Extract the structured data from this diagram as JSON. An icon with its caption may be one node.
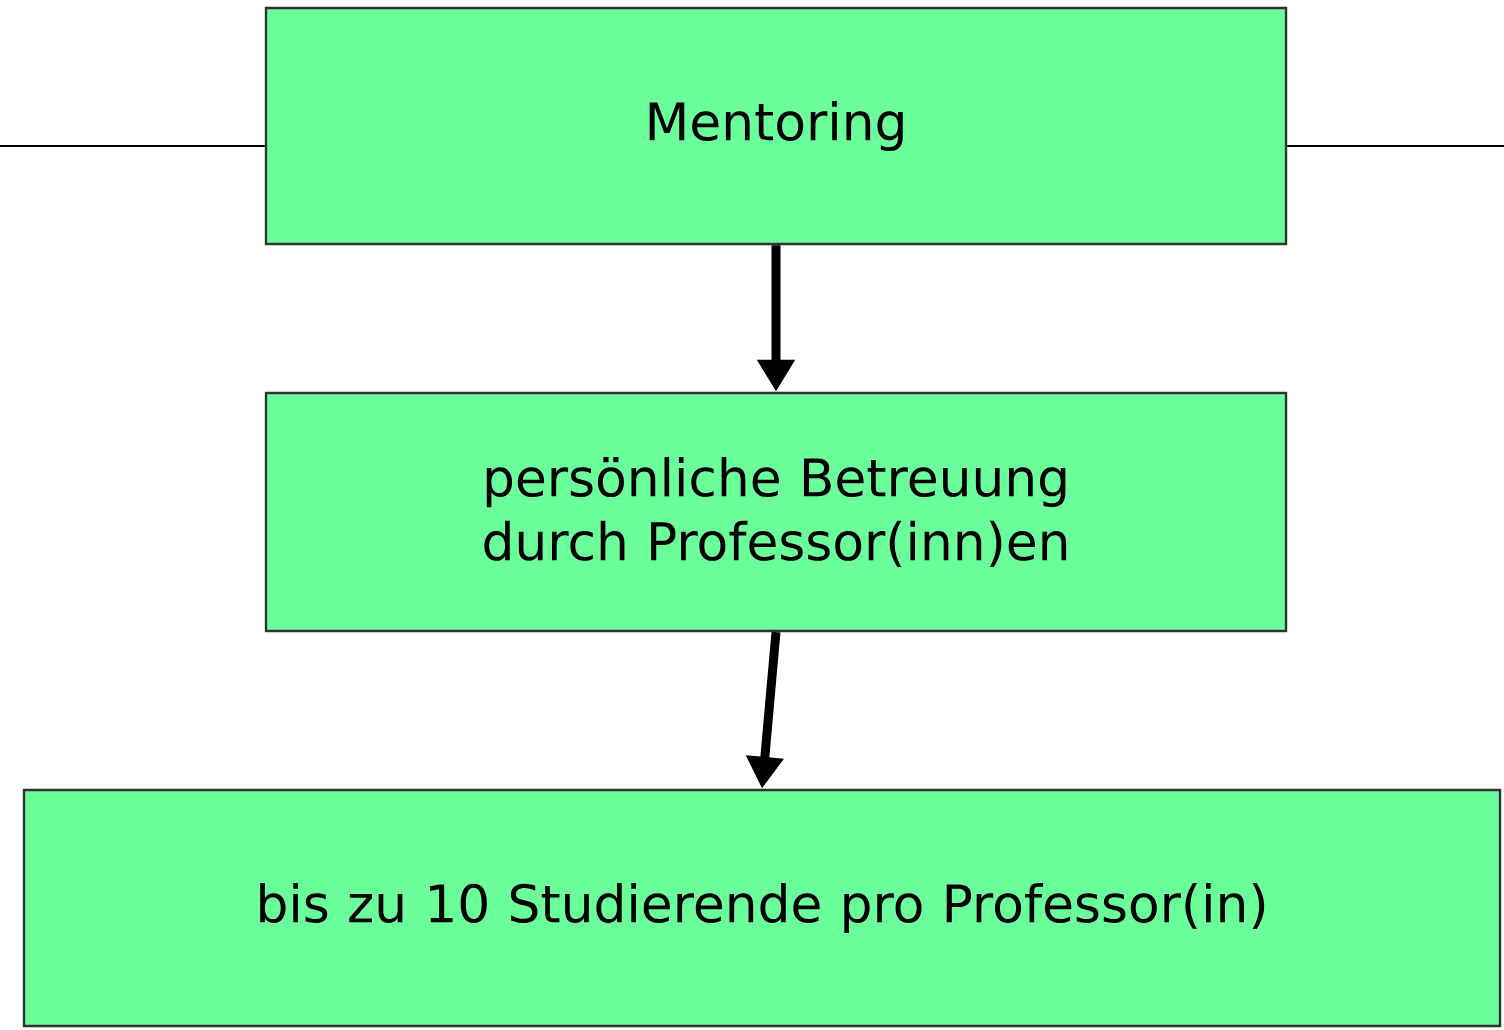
{
  "diagram": {
    "nodes": [
      {
        "text": [
          "Mentoring"
        ]
      },
      {
        "text": [
          "persönliche Betreuung durch Professor(inn)en"
        ]
      },
      {
        "text": [
          "bis zu 10 Studierende pro Professor(in)"
        ]
      }
    ],
    "edges": [
      {
        "from": null,
        "to": 0,
        "arrow": "none"
      },
      {
        "from": 0,
        "to": null,
        "arrow": "none"
      },
      {
        "from": 0,
        "to": 1,
        "arrow": "to",
        "style": "thick"
      },
      {
        "from": 1,
        "to": 2,
        "arrow": "to",
        "style": "thick"
      }
    ]
  }
}
